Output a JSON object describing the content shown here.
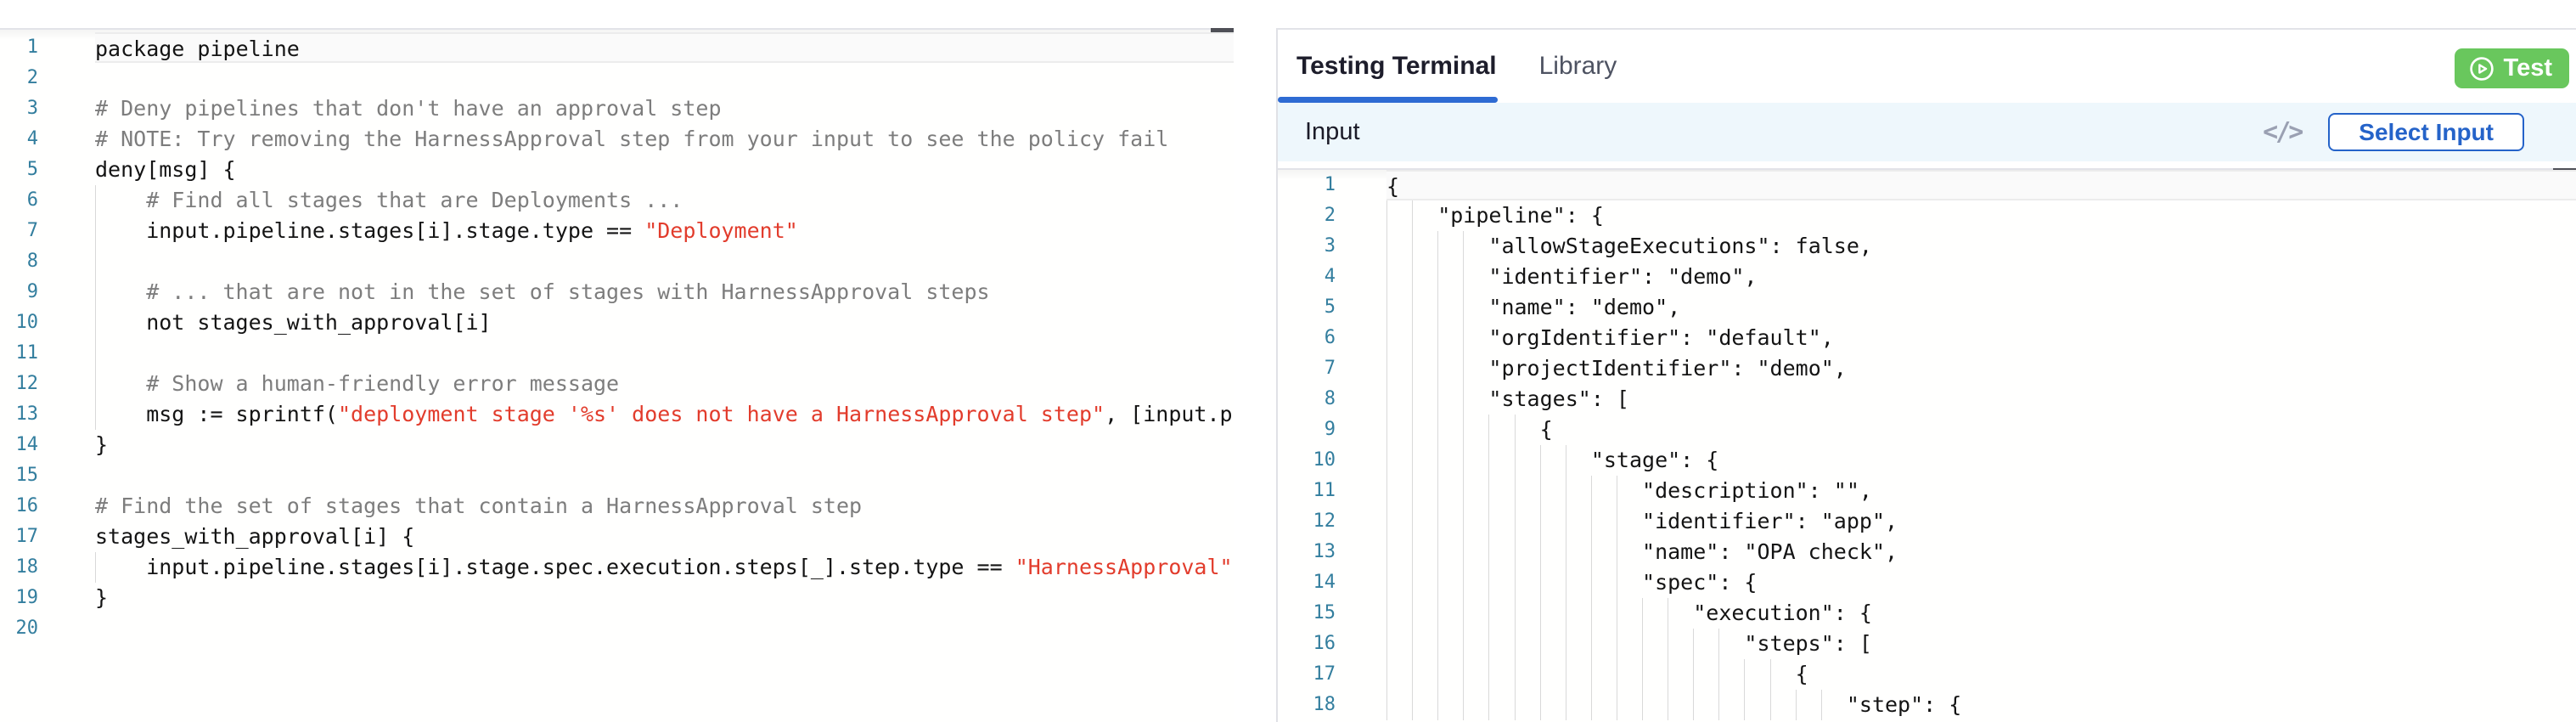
{
  "left_editor": {
    "language": "rego",
    "lines": [
      {
        "n": 1,
        "ind": 0,
        "cur": true,
        "seg": [
          {
            "t": "package pipeline",
            "c": "t"
          }
        ]
      },
      {
        "n": 2,
        "ind": 0,
        "seg": []
      },
      {
        "n": 3,
        "ind": 0,
        "seg": [
          {
            "t": "# Deny pipelines that don't have an approval step",
            "c": "m"
          }
        ]
      },
      {
        "n": 4,
        "ind": 0,
        "seg": [
          {
            "t": "# NOTE: Try removing the HarnessApproval step from your input to see the policy fail",
            "c": "m"
          }
        ]
      },
      {
        "n": 5,
        "ind": 0,
        "seg": [
          {
            "t": "deny[msg] {",
            "c": "t"
          }
        ]
      },
      {
        "n": 6,
        "ind": 4,
        "seg": [
          {
            "t": "# Find all stages that are Deployments ...",
            "c": "m"
          }
        ]
      },
      {
        "n": 7,
        "ind": 4,
        "seg": [
          {
            "t": "input.pipeline.stages[i].stage.type == ",
            "c": "t"
          },
          {
            "t": "\"Deployment\"",
            "c": "s"
          }
        ]
      },
      {
        "n": 8,
        "ind": 4,
        "seg": []
      },
      {
        "n": 9,
        "ind": 4,
        "seg": [
          {
            "t": "# ... that are not in the set of stages with HarnessApproval steps",
            "c": "m"
          }
        ]
      },
      {
        "n": 10,
        "ind": 4,
        "seg": [
          {
            "t": "not stages_with_approval[i]",
            "c": "t"
          }
        ]
      },
      {
        "n": 11,
        "ind": 4,
        "seg": []
      },
      {
        "n": 12,
        "ind": 4,
        "seg": [
          {
            "t": "# Show a human-friendly error message",
            "c": "m"
          }
        ]
      },
      {
        "n": 13,
        "ind": 4,
        "seg": [
          {
            "t": "msg := sprintf(",
            "c": "t"
          },
          {
            "t": "\"deployment stage '%s' does not have a HarnessApproval step\"",
            "c": "s"
          },
          {
            "t": ", [input.pipel",
            "c": "t"
          }
        ]
      },
      {
        "n": 14,
        "ind": 0,
        "seg": [
          {
            "t": "}",
            "c": "t"
          }
        ]
      },
      {
        "n": 15,
        "ind": 0,
        "seg": []
      },
      {
        "n": 16,
        "ind": 0,
        "seg": [
          {
            "t": "# Find the set of stages that contain a HarnessApproval step",
            "c": "m"
          }
        ]
      },
      {
        "n": 17,
        "ind": 0,
        "seg": [
          {
            "t": "stages_with_approval[i] {",
            "c": "t"
          }
        ]
      },
      {
        "n": 18,
        "ind": 4,
        "seg": [
          {
            "t": "input.pipeline.stages[i].stage.spec.execution.steps[_].step.type == ",
            "c": "t"
          },
          {
            "t": "\"HarnessApproval\"",
            "c": "s"
          }
        ]
      },
      {
        "n": 19,
        "ind": 0,
        "seg": [
          {
            "t": "}",
            "c": "t"
          }
        ]
      },
      {
        "n": 20,
        "ind": 0,
        "seg": []
      }
    ]
  },
  "right_panel": {
    "tabs": [
      {
        "label": "Testing Terminal",
        "active": true
      },
      {
        "label": "Library",
        "active": false
      }
    ],
    "test_button": {
      "label": "Test",
      "icon": "play-circle-icon"
    },
    "input_section": {
      "title": "Input",
      "code_icon_glyph": "</>",
      "select_input_label": "Select Input"
    },
    "editor": {
      "language": "json",
      "lines": [
        {
          "n": 1,
          "ind": 0,
          "cur": true,
          "seg": [
            {
              "t": "{",
              "c": "t"
            }
          ]
        },
        {
          "n": 2,
          "ind": 4,
          "seg": [
            {
              "t": "\"pipeline\": {",
              "c": "t"
            }
          ]
        },
        {
          "n": 3,
          "ind": 8,
          "seg": [
            {
              "t": "\"allowStageExecutions\": false,",
              "c": "t"
            }
          ]
        },
        {
          "n": 4,
          "ind": 8,
          "seg": [
            {
              "t": "\"identifier\": \"demo\",",
              "c": "t"
            }
          ]
        },
        {
          "n": 5,
          "ind": 8,
          "seg": [
            {
              "t": "\"name\": \"demo\",",
              "c": "t"
            }
          ]
        },
        {
          "n": 6,
          "ind": 8,
          "seg": [
            {
              "t": "\"orgIdentifier\": \"default\",",
              "c": "t"
            }
          ]
        },
        {
          "n": 7,
          "ind": 8,
          "seg": [
            {
              "t": "\"projectIdentifier\": \"demo\",",
              "c": "t"
            }
          ]
        },
        {
          "n": 8,
          "ind": 8,
          "seg": [
            {
              "t": "\"stages\": [",
              "c": "t"
            }
          ]
        },
        {
          "n": 9,
          "ind": 12,
          "seg": [
            {
              "t": "{",
              "c": "t"
            }
          ]
        },
        {
          "n": 10,
          "ind": 16,
          "seg": [
            {
              "t": "\"stage\": {",
              "c": "t"
            }
          ]
        },
        {
          "n": 11,
          "ind": 20,
          "seg": [
            {
              "t": "\"description\": \"\",",
              "c": "t"
            }
          ]
        },
        {
          "n": 12,
          "ind": 20,
          "seg": [
            {
              "t": "\"identifier\": \"app\",",
              "c": "t"
            }
          ]
        },
        {
          "n": 13,
          "ind": 20,
          "seg": [
            {
              "t": "\"name\": \"OPA check\",",
              "c": "t"
            }
          ]
        },
        {
          "n": 14,
          "ind": 20,
          "seg": [
            {
              "t": "\"spec\": {",
              "c": "t"
            }
          ]
        },
        {
          "n": 15,
          "ind": 24,
          "seg": [
            {
              "t": "\"execution\": {",
              "c": "t"
            }
          ]
        },
        {
          "n": 16,
          "ind": 28,
          "seg": [
            {
              "t": "\"steps\": [",
              "c": "t"
            }
          ]
        },
        {
          "n": 17,
          "ind": 32,
          "seg": [
            {
              "t": "{",
              "c": "t"
            }
          ]
        },
        {
          "n": 18,
          "ind": 36,
          "seg": [
            {
              "t": "\"step\": {",
              "c": "t"
            }
          ]
        }
      ]
    }
  },
  "colors": {
    "accent_blue": "#2563c9",
    "tab_underline_blue": "#2e6bd3",
    "test_green": "#69c75d",
    "string_red": "#e23c2c",
    "comment_gray": "#7d7d7d",
    "line_number_blue": "#337e9e",
    "input_bar_bg": "#eef7fc"
  }
}
